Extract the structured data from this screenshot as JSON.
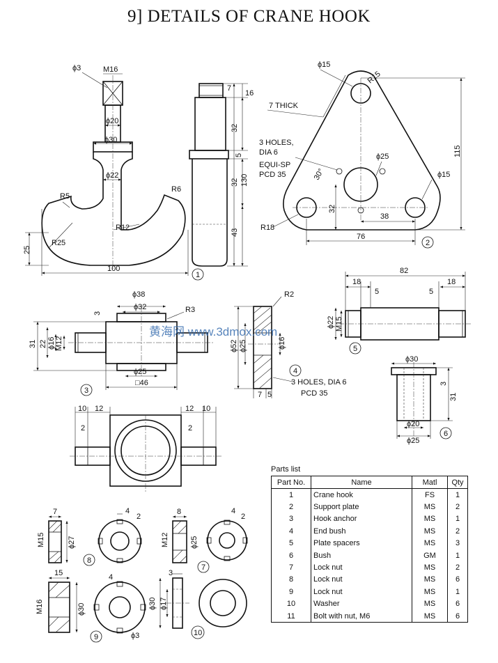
{
  "title": "9] DETAILS OF CRANE HOOK",
  "watermark": "黄海网 www.3dmox.com",
  "parts_list": {
    "caption": "Parts list",
    "headers": [
      "Part No.",
      "Name",
      "Matl",
      "Qty"
    ],
    "rows": [
      [
        "1",
        "Crane hook",
        "FS",
        "1"
      ],
      [
        "2",
        "Support plate",
        "MS",
        "2"
      ],
      [
        "3",
        "Hook anchor",
        "MS",
        "1"
      ],
      [
        "4",
        "End bush",
        "MS",
        "2"
      ],
      [
        "5",
        "Plate spacers",
        "MS",
        "3"
      ],
      [
        "6",
        "Bush",
        "GM",
        "1"
      ],
      [
        "7",
        "Lock nut",
        "MS",
        "2"
      ],
      [
        "8",
        "Lock nut",
        "MS",
        "6"
      ],
      [
        "9",
        "Lock nut",
        "MS",
        "1"
      ],
      [
        "10",
        "Washer",
        "MS",
        "6"
      ],
      [
        "11",
        "Bolt with nut, M6",
        "MS",
        "6"
      ]
    ]
  },
  "labels": {
    "p1": {
      "callout": "1",
      "dims": [
        "ϕ3",
        "M16",
        "ϕ20",
        "ϕ30",
        "ϕ22",
        "R5",
        "R12",
        "R25",
        "25",
        "100",
        "R6",
        "7",
        "16",
        "32",
        "5",
        "32",
        "130",
        "43"
      ]
    },
    "p2": {
      "callout": "2",
      "dims": [
        "ϕ15",
        "R15",
        "7 THICK",
        "3 HOLES,",
        "DIA 6",
        "EQUI-SP",
        "PCD 35",
        "30°",
        "ϕ25",
        "ϕ15",
        "115",
        "32",
        "38",
        "R18",
        "76"
      ]
    },
    "p3": {
      "callout": "3",
      "dims": [
        "ϕ38",
        "ϕ32",
        "R3",
        "3",
        "31",
        "22",
        "ϕ16",
        "M12",
        "ϕ25",
        "□46",
        "10",
        "12",
        "12",
        "10",
        "2",
        "2"
      ]
    },
    "p4": {
      "callout": "4",
      "dims": [
        "R2",
        "ϕ52",
        "ϕ25",
        "ϕ16",
        "7",
        "5",
        "3 HOLES, DIA 6",
        "PCD 35"
      ]
    },
    "p5": {
      "callout": "5",
      "dims": [
        "82",
        "18",
        "5",
        "5",
        "18",
        "ϕ22",
        "M15"
      ]
    },
    "p6": {
      "callout": "6",
      "dims": [
        "ϕ30",
        "3",
        "31",
        "ϕ20",
        "ϕ25"
      ]
    },
    "p7": {
      "callout": "7",
      "dims": [
        "8",
        "M12",
        "ϕ25",
        "4",
        "2"
      ]
    },
    "p8": {
      "callout": "8",
      "dims": [
        "7",
        "M15",
        "ϕ27",
        "4",
        "2"
      ]
    },
    "p9": {
      "callout": "9",
      "dims": [
        "15",
        "M16",
        "ϕ30",
        "4",
        "ϕ3"
      ]
    },
    "p10": {
      "callout": "10",
      "dims": [
        "3",
        "ϕ30",
        "ϕ17"
      ]
    }
  }
}
